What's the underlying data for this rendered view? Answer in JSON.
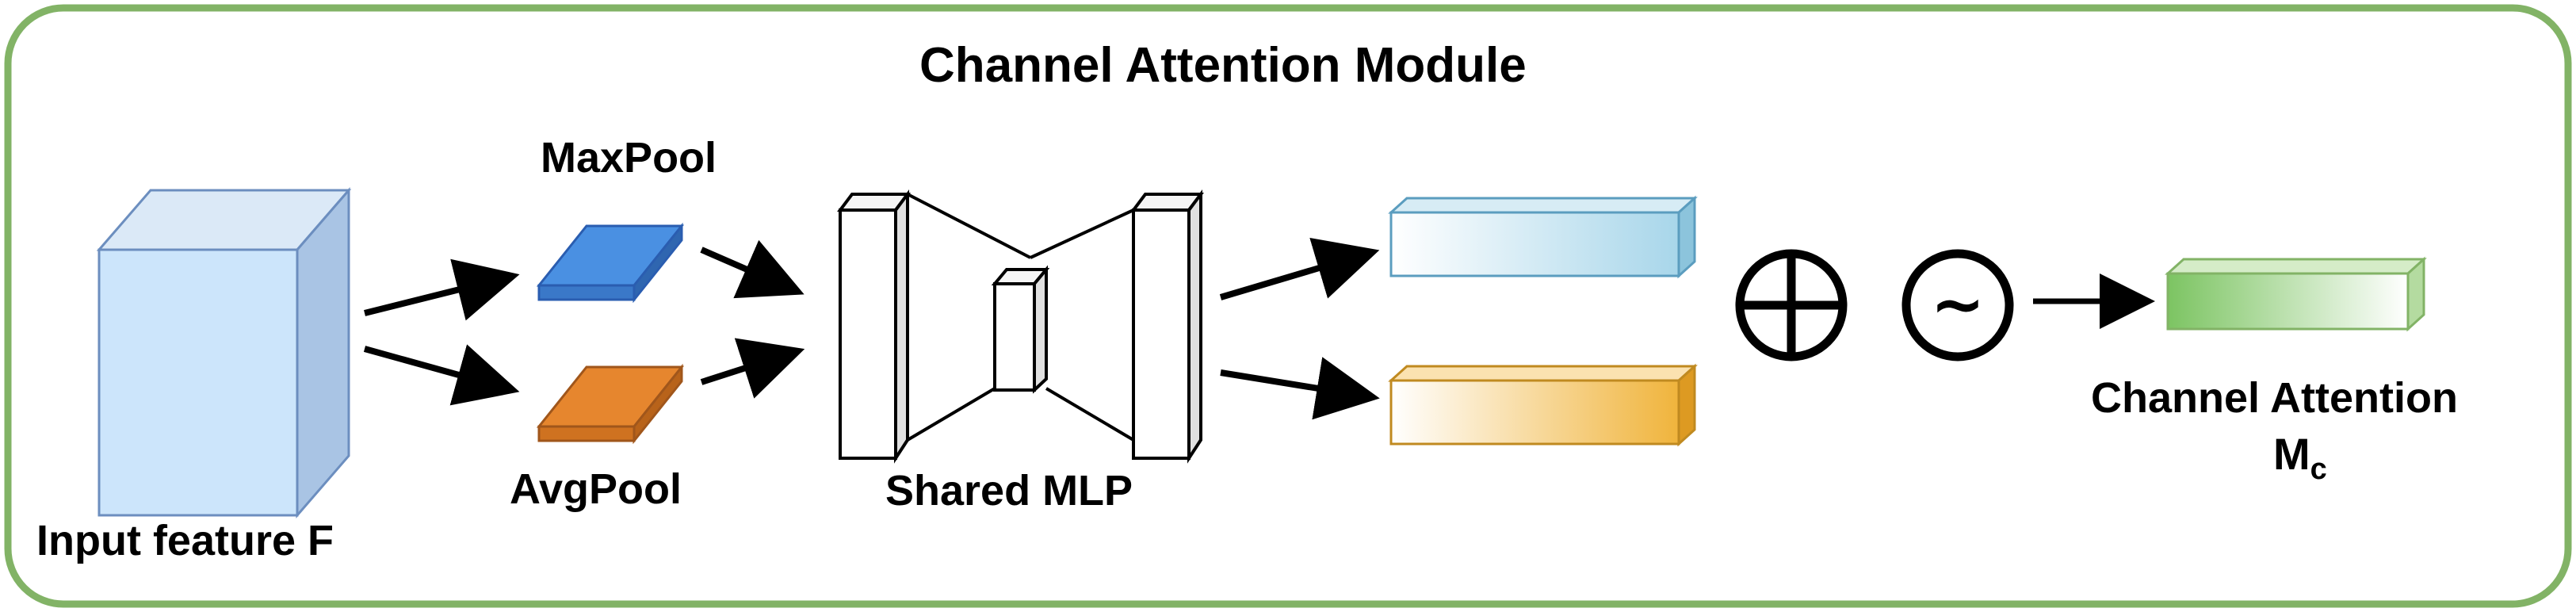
{
  "title": "Channel Attention Module",
  "labels": {
    "input_feature": "Input feature F",
    "maxpool": "MaxPool",
    "avgpool": "AvgPool",
    "shared_mlp": "Shared MLP",
    "channel_attention": "Channel Attention",
    "mc_main": "M",
    "mc_sub": "c"
  },
  "symbols": {
    "sum": "⊕",
    "sigmoid": "~"
  },
  "colors": {
    "frame": "#82b366",
    "input_cube": "#cce5fb",
    "maxpool": "#4a90e2",
    "avgpool": "#e6862e",
    "mlp_out_max": "#a8d6ea",
    "mlp_out_avg": "#f0b43c",
    "attention": "#7cc462"
  }
}
